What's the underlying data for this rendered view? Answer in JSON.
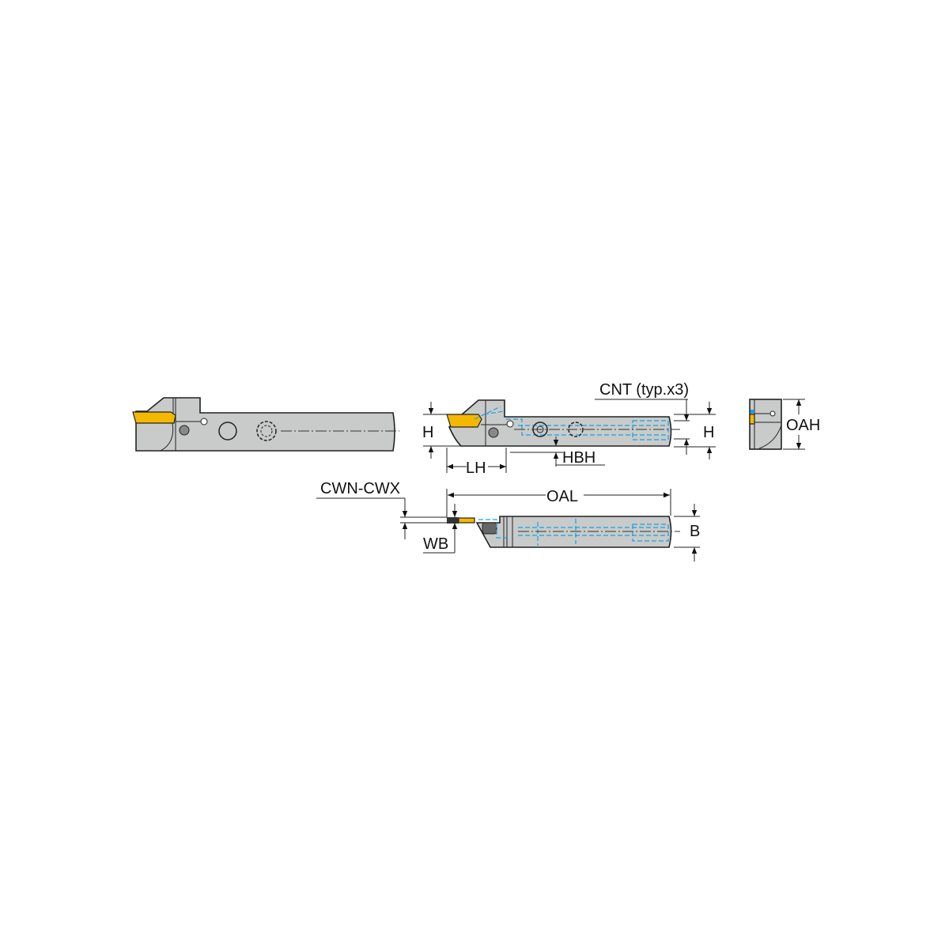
{
  "labels": {
    "h_left": "H",
    "h_right": "H",
    "lh": "LH",
    "hbh": "HBH",
    "cnt": "CNT (typ.x3)",
    "oah": "OAH",
    "oal": "OAL",
    "b": "B",
    "cwn_cwx": "CWN-CWX",
    "wb": "WB"
  },
  "colors": {
    "body": "#c8cbca",
    "insert": "#f5b800",
    "hidden_lines": "#1aa0e0",
    "outline": "#222222"
  }
}
